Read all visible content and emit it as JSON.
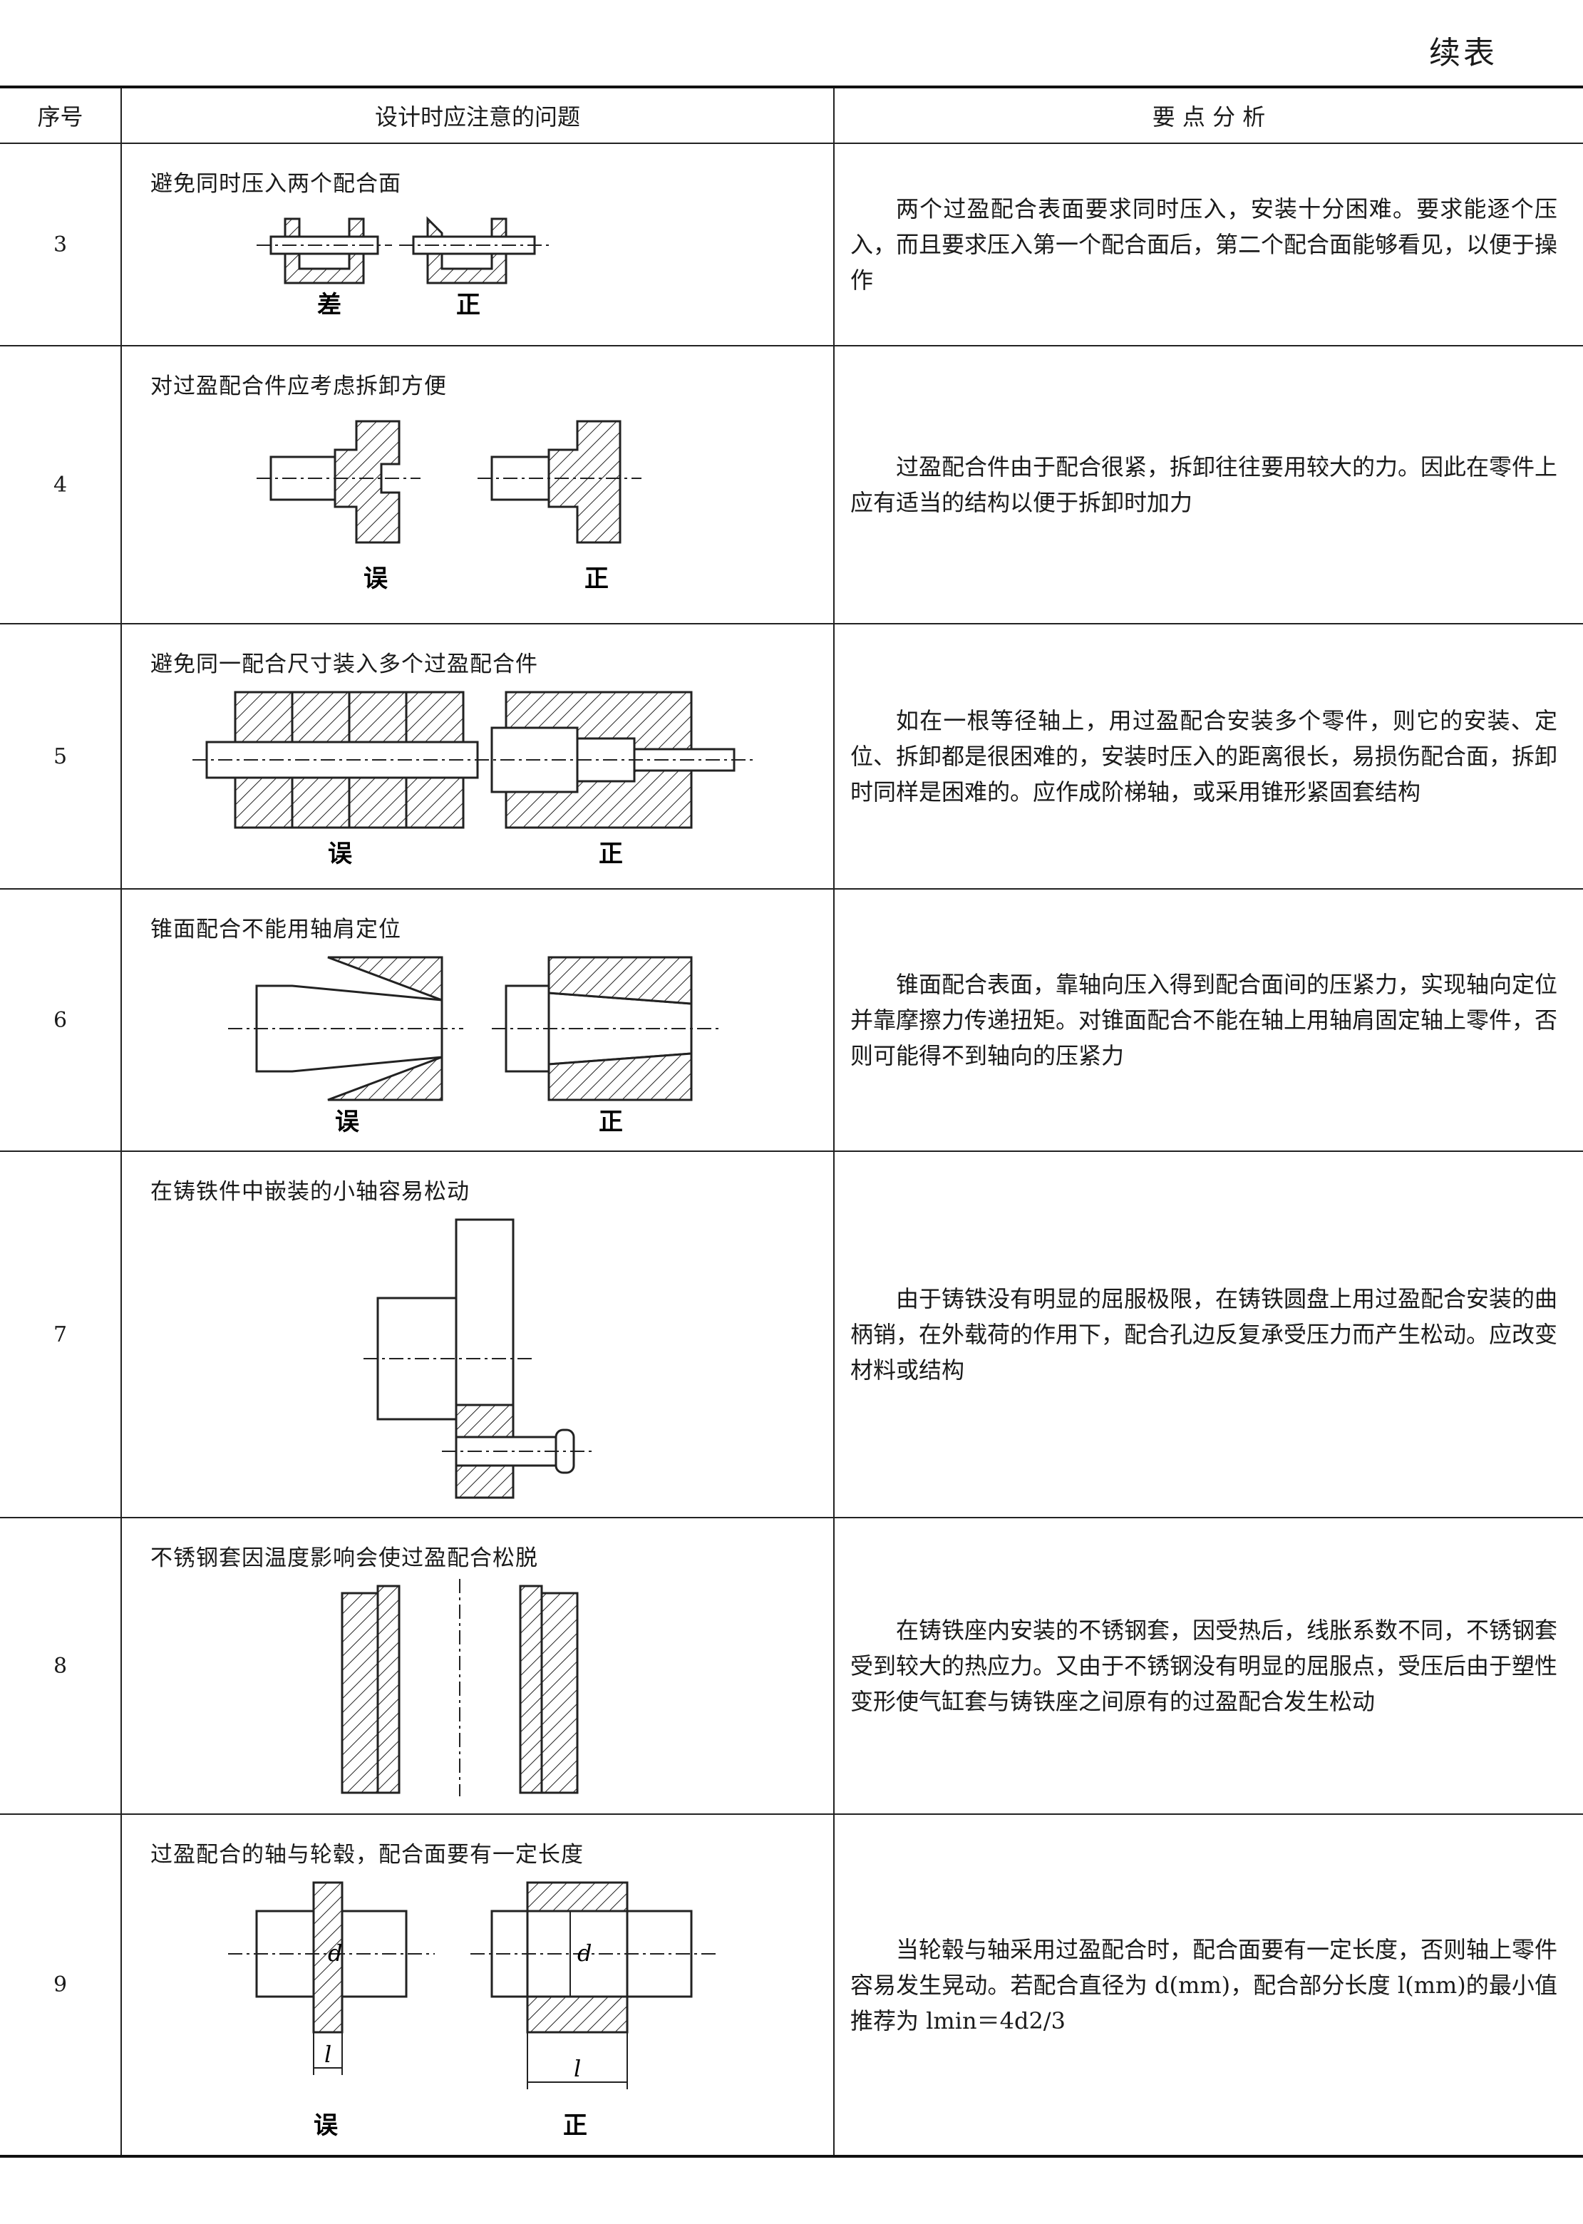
{
  "continued_label": "续表",
  "headers": {
    "col_no": "序号",
    "col_issue": "设计时应注意的问题",
    "col_analysis": "要 点 分 析"
  },
  "rows": [
    {
      "no": "3",
      "issue": "避免同时压入两个配合面",
      "labels": [
        "差",
        "正"
      ],
      "analysis": "两个过盈配合表面要求同时压入，安装十分困难。要求能逐个压入，而且要求压入第一个配合面后，第二个配合面能够看见，以便于操作"
    },
    {
      "no": "4",
      "issue": "对过盈配合件应考虑拆卸方便",
      "labels": [
        "误",
        "正"
      ],
      "analysis": "过盈配合件由于配合很紧，拆卸往往要用较大的力。因此在零件上应有适当的结构以便于拆卸时加力"
    },
    {
      "no": "5",
      "issue": "避免同一配合尺寸装入多个过盈配合件",
      "labels": [
        "误",
        "正"
      ],
      "analysis": "如在一根等径轴上，用过盈配合安装多个零件，则它的安装、定位、拆卸都是很困难的，安装时压入的距离很长，易损伤配合面，拆卸时同样是困难的。应作成阶梯轴，或采用锥形紧固套结构"
    },
    {
      "no": "6",
      "issue": "锥面配合不能用轴肩定位",
      "labels": [
        "误",
        "正"
      ],
      "analysis": "锥面配合表面，靠轴向压入得到配合面间的压紧力，实现轴向定位并靠摩擦力传递扭矩。对锥面配合不能在轴上用轴肩固定轴上零件，否则可能得不到轴向的压紧力"
    },
    {
      "no": "7",
      "issue": "在铸铁件中嵌装的小轴容易松动",
      "labels": [],
      "analysis": "由于铸铁没有明显的屈服极限，在铸铁圆盘上用过盈配合安装的曲柄销，在外载荷的作用下，配合孔边反复承受压力而产生松动。应改变材料或结构"
    },
    {
      "no": "8",
      "issue": "不锈钢套因温度影响会使过盈配合松脱",
      "labels": [],
      "analysis": "在铸铁座内安装的不锈钢套，因受热后，线胀系数不同，不锈钢套受到较大的热应力。又由于不锈钢没有明显的屈服点，受压后由于塑性变形使气缸套与铸铁座之间原有的过盈配合发生松动"
    },
    {
      "no": "9",
      "issue": "过盈配合的轴与轮毂，配合面要有一定长度",
      "labels": [
        "误",
        "正"
      ],
      "dim_d": "d",
      "dim_l": "l",
      "analysis": "当轮毂与轴采用过盈配合时，配合面要有一定长度，否则轴上零件容易发生晃动。若配合直径为 d(mm)，配合部分长度 l(mm)的最小值推荐为 lmin＝4d2/3"
    }
  ]
}
